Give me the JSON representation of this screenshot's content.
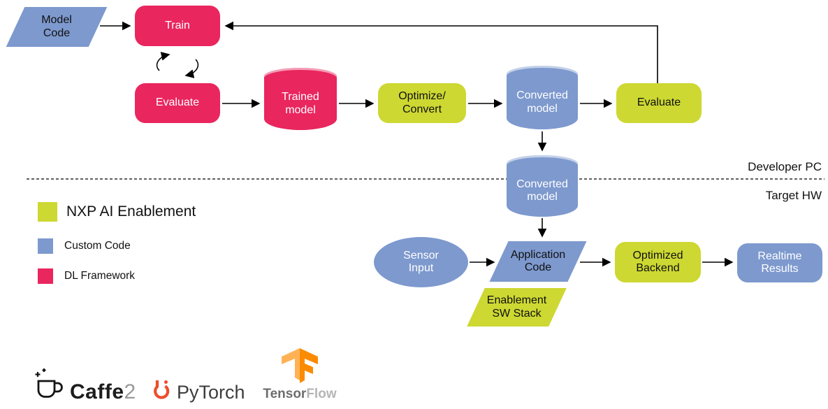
{
  "colors": {
    "dl_framework_pink": "#e9265e",
    "custom_code_blue": "#7d99ce",
    "nxp_enablement_green": "#cdd832",
    "arrow_black": "#000000",
    "pytorch_orange": "#ee4c2c",
    "tensorflow_orange": "#fb8b00"
  },
  "nodes": {
    "model_code": {
      "label": "Model Code"
    },
    "train": {
      "label": "Train"
    },
    "evaluate_framework": {
      "label": "Evaluate"
    },
    "trained_model": {
      "label": "Trained model"
    },
    "optimize_convert": {
      "label": "Optimize/ Convert"
    },
    "converted_model_pc": {
      "label": "Converted model"
    },
    "evaluate_enablement": {
      "label": "Evaluate"
    },
    "converted_model_hw": {
      "label": "Converted model"
    },
    "sensor_input": {
      "label": "Sensor Input"
    },
    "application_code": {
      "label": "Application Code"
    },
    "enablement_sw_stack": {
      "label": "Enablement SW Stack"
    },
    "optimized_backend": {
      "label": "Optimized Backend"
    },
    "realtime_results": {
      "label": "Realtime Results"
    }
  },
  "regions": {
    "developer_pc": "Developer PC",
    "target_hw": "Target HW"
  },
  "legend": {
    "items": [
      {
        "label": "NXP AI Enablement",
        "color": "#cdd832"
      },
      {
        "label": "Custom Code",
        "color": "#7d99ce"
      },
      {
        "label": "DL Framework",
        "color": "#e9265e"
      }
    ]
  },
  "logos": {
    "caffe2": {
      "text": "Caffe",
      "suffix": "2",
      "icon": "coffee-cup-icon"
    },
    "pytorch": {
      "text": "PyTorch",
      "icon": "pytorch-flame-icon"
    },
    "tensorflow": {
      "text": "Tensor",
      "suffix": "Flow",
      "icon": "tensorflow-tf-icon"
    }
  }
}
